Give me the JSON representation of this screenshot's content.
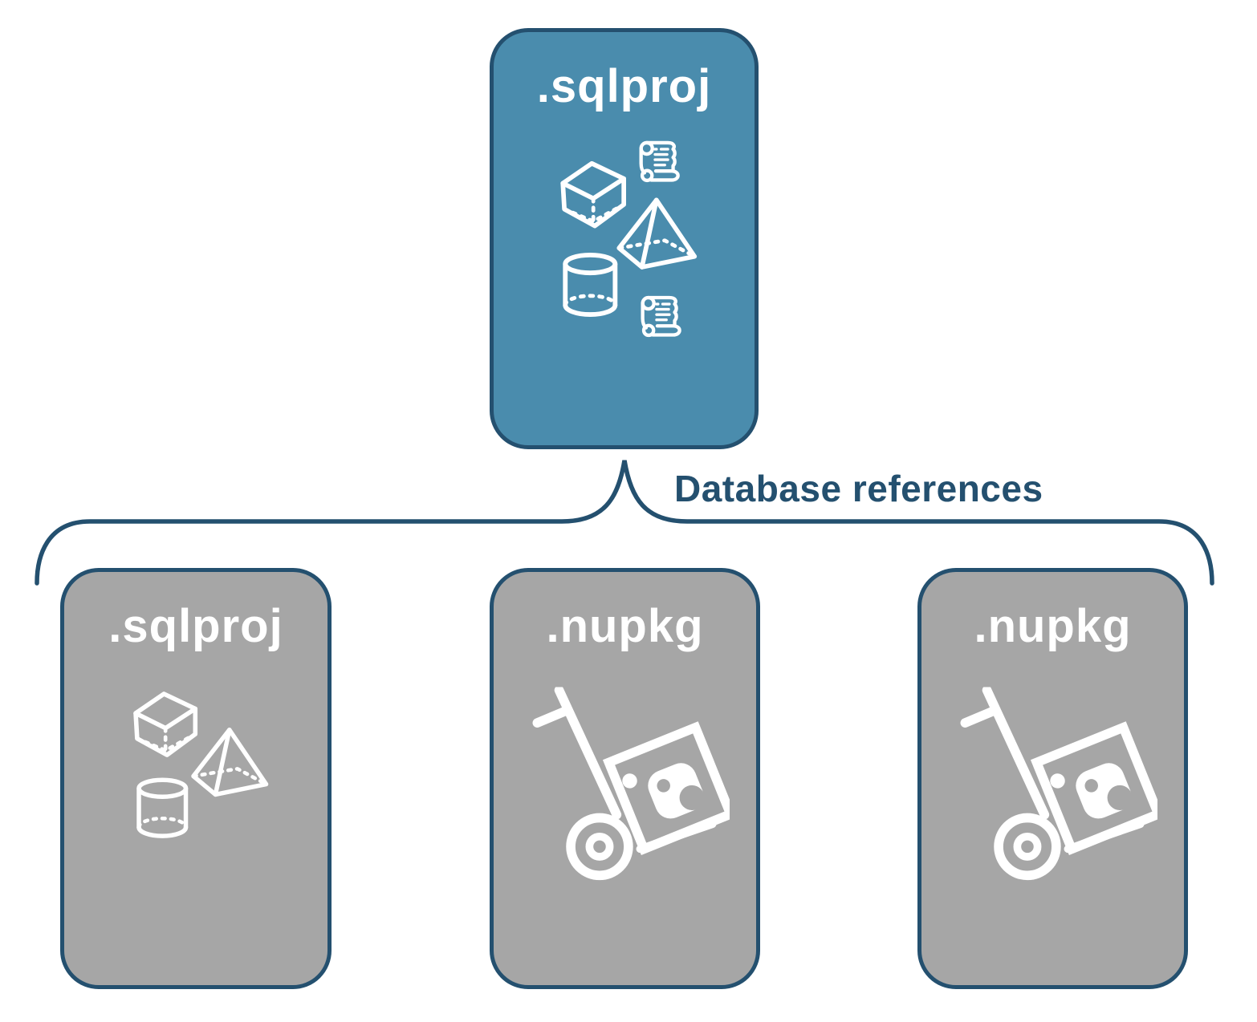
{
  "diagram": {
    "root": {
      "label": ".sqlproj",
      "icons": [
        "sql-script-icon",
        "cube-icon",
        "pyramid-icon",
        "cylinder-icon",
        "sql-script-icon"
      ]
    },
    "connector": {
      "label": "Database references"
    },
    "children": [
      {
        "label": ".sqlproj",
        "icons": [
          "cube-icon",
          "pyramid-icon",
          "cylinder-icon"
        ]
      },
      {
        "label": ".nupkg",
        "icons": [
          "nuget-package-dolly-icon"
        ]
      },
      {
        "label": ".nupkg",
        "icons": [
          "nuget-package-dolly-icon"
        ]
      }
    ],
    "colors": {
      "root_fill": "#4A8CAD",
      "outline_navy": "#24506F",
      "child_fill": "#A6A6A6",
      "icon_white": "#FFFFFF"
    }
  }
}
